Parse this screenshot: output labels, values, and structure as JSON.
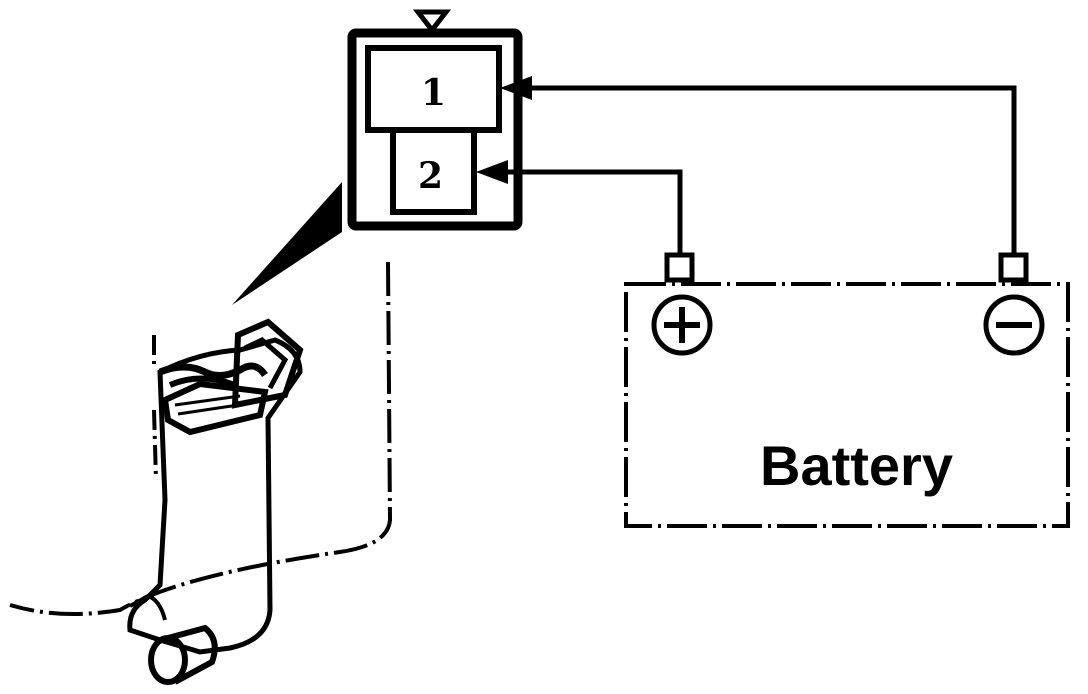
{
  "terminals": {
    "terminal_1": "1",
    "terminal_2": "2"
  },
  "battery": {
    "label": "Battery",
    "positive_symbol": "+",
    "negative_symbol": "−"
  },
  "colors": {
    "ink": "#000000",
    "background": "#ffffff"
  }
}
